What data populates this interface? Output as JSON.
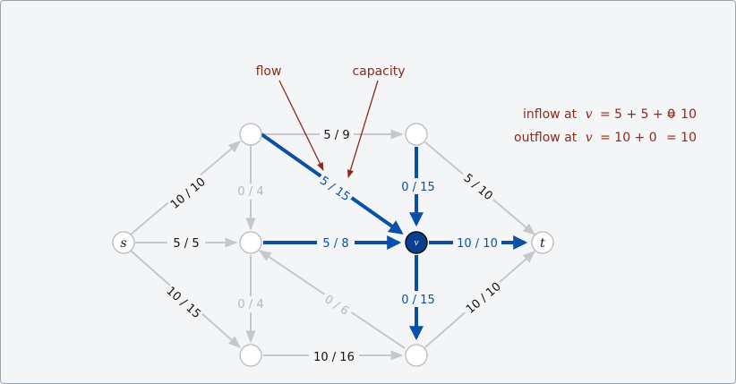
{
  "annotations": {
    "flow": "flow",
    "capacity": "capacity"
  },
  "equations": {
    "inflow": {
      "prefix": "inflow at",
      "var": "v",
      "expr": "=  5 + 5 + 0",
      "result": "= 10"
    },
    "outflow": {
      "prefix": "outflow at",
      "var": "v",
      "expr": "=  10 + 0",
      "result": "= 10"
    }
  },
  "nodes": {
    "s": "s",
    "v": "v",
    "t": "t"
  },
  "edges": {
    "s_a": "10 / 10",
    "s_c": "5 / 5",
    "s_e": "10 / 15",
    "a_b": "5 / 9",
    "a_c": "0 / 4",
    "a_v": "5 / 15",
    "b_v": "0 / 15",
    "b_t": "5 / 10",
    "c_v": "5 / 8",
    "c_e": "0 / 4",
    "f_c": "0 / 6",
    "v_t": "10 / 10",
    "v_f": "0 / 15",
    "e_f": "10 / 16",
    "f_t": "10 / 10"
  },
  "colors": {
    "highlight": "#0a4fa8",
    "normal_edge": "#c4c8cc",
    "annotation": "#8b2a1e",
    "vertex_fill": "#0a3f8f"
  }
}
